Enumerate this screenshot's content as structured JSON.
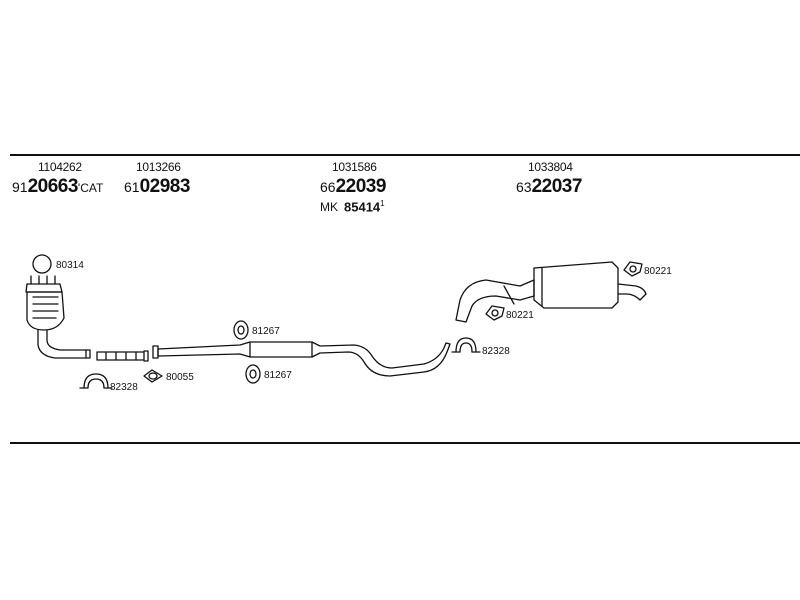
{
  "parts": [
    {
      "ref": "1104262",
      "prefix": "91",
      "code": "20663",
      "suffix": "'CAT"
    },
    {
      "ref": "1013266",
      "prefix": "61",
      "code": "02983",
      "suffix": ""
    },
    {
      "ref": "1031586",
      "prefix": "66",
      "code": "22039",
      "suffix": "",
      "sub_prefix": "MK",
      "sub_code": "85414",
      "sub_mark": "1"
    },
    {
      "ref": "1033804",
      "prefix": "63",
      "code": "22037",
      "suffix": ""
    }
  ],
  "callouts": {
    "seal_80314": "80314",
    "clamp_82328_left": "82328",
    "gasket_80055": "80055",
    "hanger_81267_top": "81267",
    "hanger_81267_bottom": "81267",
    "hanger_80221_right": "80221",
    "hanger_80221_mid": "80221",
    "clamp_82328_right": "82328"
  }
}
